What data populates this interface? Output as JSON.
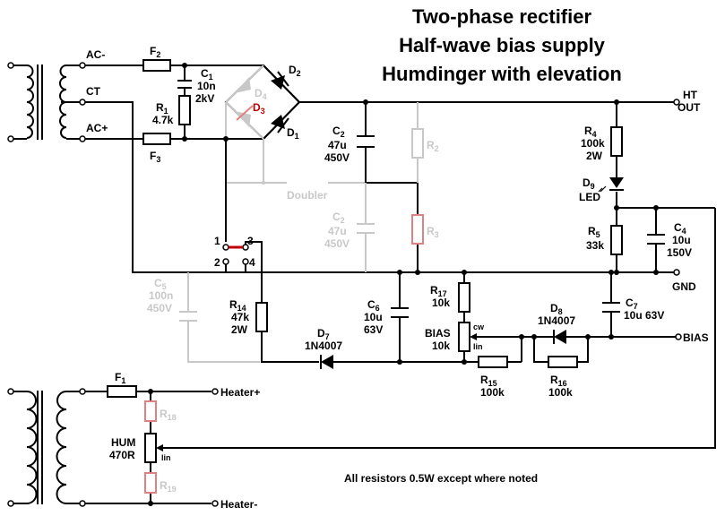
{
  "title": {
    "line1": "Two-phase rectifier",
    "line2": "Half-wave bias supply",
    "line3": "Humdinger with elevation"
  },
  "terminals": {
    "ac_minus": "AC-",
    "ct": "CT",
    "ac_plus": "AC+",
    "ht_out_1": "HT",
    "ht_out_2": "OUT",
    "gnd": "GND",
    "bias": "BIAS",
    "heater_plus": "Heater+",
    "heater_minus": "Heater-"
  },
  "components": {
    "f2": {
      "ref": "F",
      "sub": "2"
    },
    "f3": {
      "ref": "F",
      "sub": "3"
    },
    "f1": {
      "ref": "F",
      "sub": "1"
    },
    "c1": {
      "ref": "C",
      "sub": "1",
      "v1": "10n",
      "v2": "2kV"
    },
    "r1": {
      "ref": "R",
      "sub": "1",
      "v1": "4.7k"
    },
    "d1": {
      "ref": "D",
      "sub": "1"
    },
    "d2": {
      "ref": "D",
      "sub": "2"
    },
    "d3": {
      "ref": "D",
      "sub": "3"
    },
    "d4": {
      "ref": "D",
      "sub": "4"
    },
    "doubler": "Doubler",
    "c2": {
      "ref": "C",
      "sub": "2",
      "v1": "47u",
      "v2": "450V"
    },
    "c2g": {
      "ref": "C",
      "sub": "2",
      "v1": "47u",
      "v2": "450V"
    },
    "r2": {
      "ref": "R",
      "sub": "2"
    },
    "r3": {
      "ref": "R",
      "sub": "3"
    },
    "r4": {
      "ref": "R",
      "sub": "4",
      "v1": "100k",
      "v2": "2W"
    },
    "d9": {
      "ref": "D",
      "sub": "9",
      "v1": "LED"
    },
    "r5": {
      "ref": "R",
      "sub": "5",
      "v1": "33k"
    },
    "c4": {
      "ref": "C",
      "sub": "4",
      "v1": "10u",
      "v2": "150V"
    },
    "c5": {
      "ref": "C",
      "sub": "5",
      "v1": "100n",
      "v2": "450V"
    },
    "r14": {
      "ref": "R",
      "sub": "14",
      "v1": "47k",
      "v2": "2W"
    },
    "c6": {
      "ref": "C",
      "sub": "6",
      "v1": "10u",
      "v2": "63V"
    },
    "d7": {
      "ref": "D",
      "sub": "7",
      "v1": "1N4007"
    },
    "r17": {
      "ref": "R",
      "sub": "17",
      "v1": "10k"
    },
    "bias_pot": {
      "v0": "BIAS",
      "v1": "10k",
      "cw": "cw",
      "lin": "lin"
    },
    "r15": {
      "ref": "R",
      "sub": "15",
      "v1": "100k"
    },
    "d8": {
      "ref": "D",
      "sub": "8",
      "v1": "1N4007"
    },
    "r16": {
      "ref": "R",
      "sub": "16",
      "v1": "100k"
    },
    "c7": {
      "ref": "C",
      "sub": "7",
      "v1": "10u 63V"
    },
    "r18": {
      "ref": "R",
      "sub": "18"
    },
    "r19": {
      "ref": "R",
      "sub": "19"
    },
    "hum": {
      "v0": "HUM",
      "v1": "470R",
      "lin": "lin"
    }
  },
  "switch_pins": [
    "1",
    "2",
    "3",
    "4"
  ],
  "note": "All resistors 0.5W except where noted"
}
